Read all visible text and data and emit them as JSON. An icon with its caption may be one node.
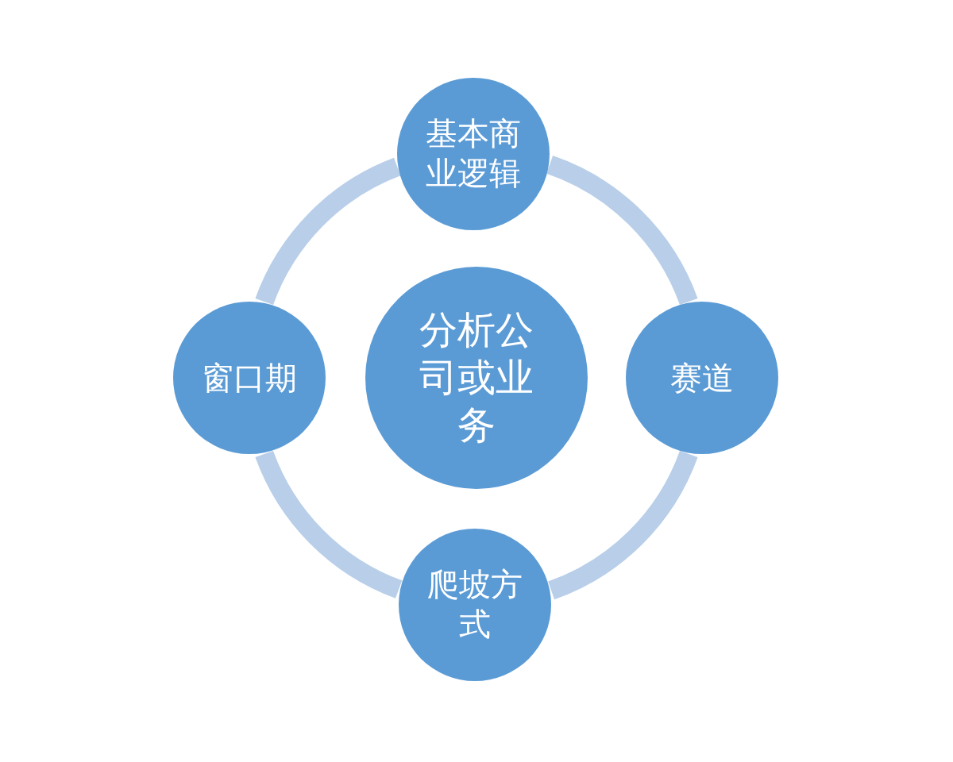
{
  "diagram": {
    "nodes": [
      {
        "text": [
          "基本商业逻辑"
        ]
      },
      {
        "text": [
          "窗口期"
        ]
      },
      {
        "text": [
          "分析公司或业务"
        ]
      },
      {
        "text": [
          "赛道"
        ]
      },
      {
        "text": [
          "爬坡方式"
        ]
      }
    ],
    "edges": [
      {
        "from": 0,
        "to": 3,
        "arrow": "none"
      },
      {
        "from": 3,
        "to": 4,
        "arrow": "none"
      },
      {
        "from": 4,
        "to": 1,
        "arrow": "none"
      },
      {
        "from": 1,
        "to": 0,
        "arrow": "none"
      }
    ]
  }
}
